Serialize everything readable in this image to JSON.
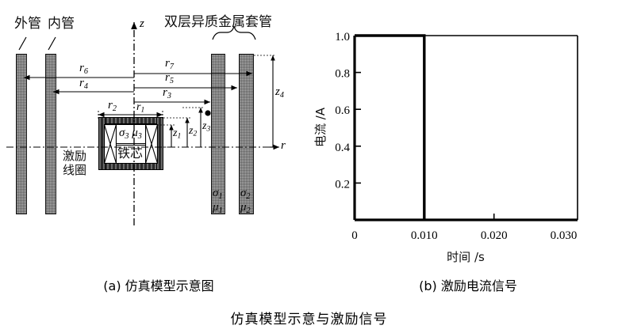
{
  "figure": {
    "caption": "仿真模型示意与激励信号",
    "panel_a": {
      "tag": "(a)",
      "label": "仿真模型示意图",
      "full": "(a) 仿真模型示意图"
    },
    "panel_b": {
      "tag": "(b)",
      "label": "激励电流信号",
      "full": "(b) 激励电流信号"
    }
  },
  "diagram": {
    "labels": {
      "outer_tube": "外管",
      "inner_tube": "内管",
      "casing": "双层异质金属套管",
      "excitation_coil_line1": "激励",
      "excitation_coil_line2": "线圈",
      "core": "铁芯"
    },
    "axes": {
      "vertical": "z",
      "horizontal": "r"
    },
    "radial_dims": [
      "r1",
      "r2",
      "r3",
      "r4",
      "r5",
      "r6",
      "r7"
    ],
    "axial_dims": [
      "z1",
      "z2",
      "z3",
      "z4"
    ],
    "material_props": [
      {
        "sigma": "σ1",
        "mu": "μ1",
        "region": "inner-casing-layer"
      },
      {
        "sigma": "σ2",
        "mu": "μ2",
        "region": "outer-casing-layer"
      },
      {
        "sigma": "σ3",
        "mu": "μ3",
        "region": "core"
      }
    ]
  },
  "chart_data": {
    "type": "line",
    "title": "",
    "xlabel": "时间 /s",
    "ylabel": "电流 /A",
    "xlim": [
      0,
      0.032
    ],
    "ylim": [
      0,
      1.04
    ],
    "xticks": [
      0,
      0.01,
      0.02,
      0.03
    ],
    "xticklabels": [
      "0",
      "0.010",
      "0.020",
      "0.030"
    ],
    "yticks": [
      0.2,
      0.4,
      0.6,
      0.8,
      1.0
    ],
    "yticklabels": [
      "0.2",
      "0.4",
      "0.6",
      "0.8",
      "1.0"
    ],
    "grid": false,
    "legend": null,
    "series": [
      {
        "name": "激励电流",
        "x": [
          0,
          0,
          0.01,
          0.01,
          0.032
        ],
        "y": [
          0,
          1.0,
          1.0,
          0,
          0
        ]
      }
    ],
    "description": "阶跃脉冲：0 至 0.010 s 电流为 1.0 A，之后降为 0 A"
  }
}
